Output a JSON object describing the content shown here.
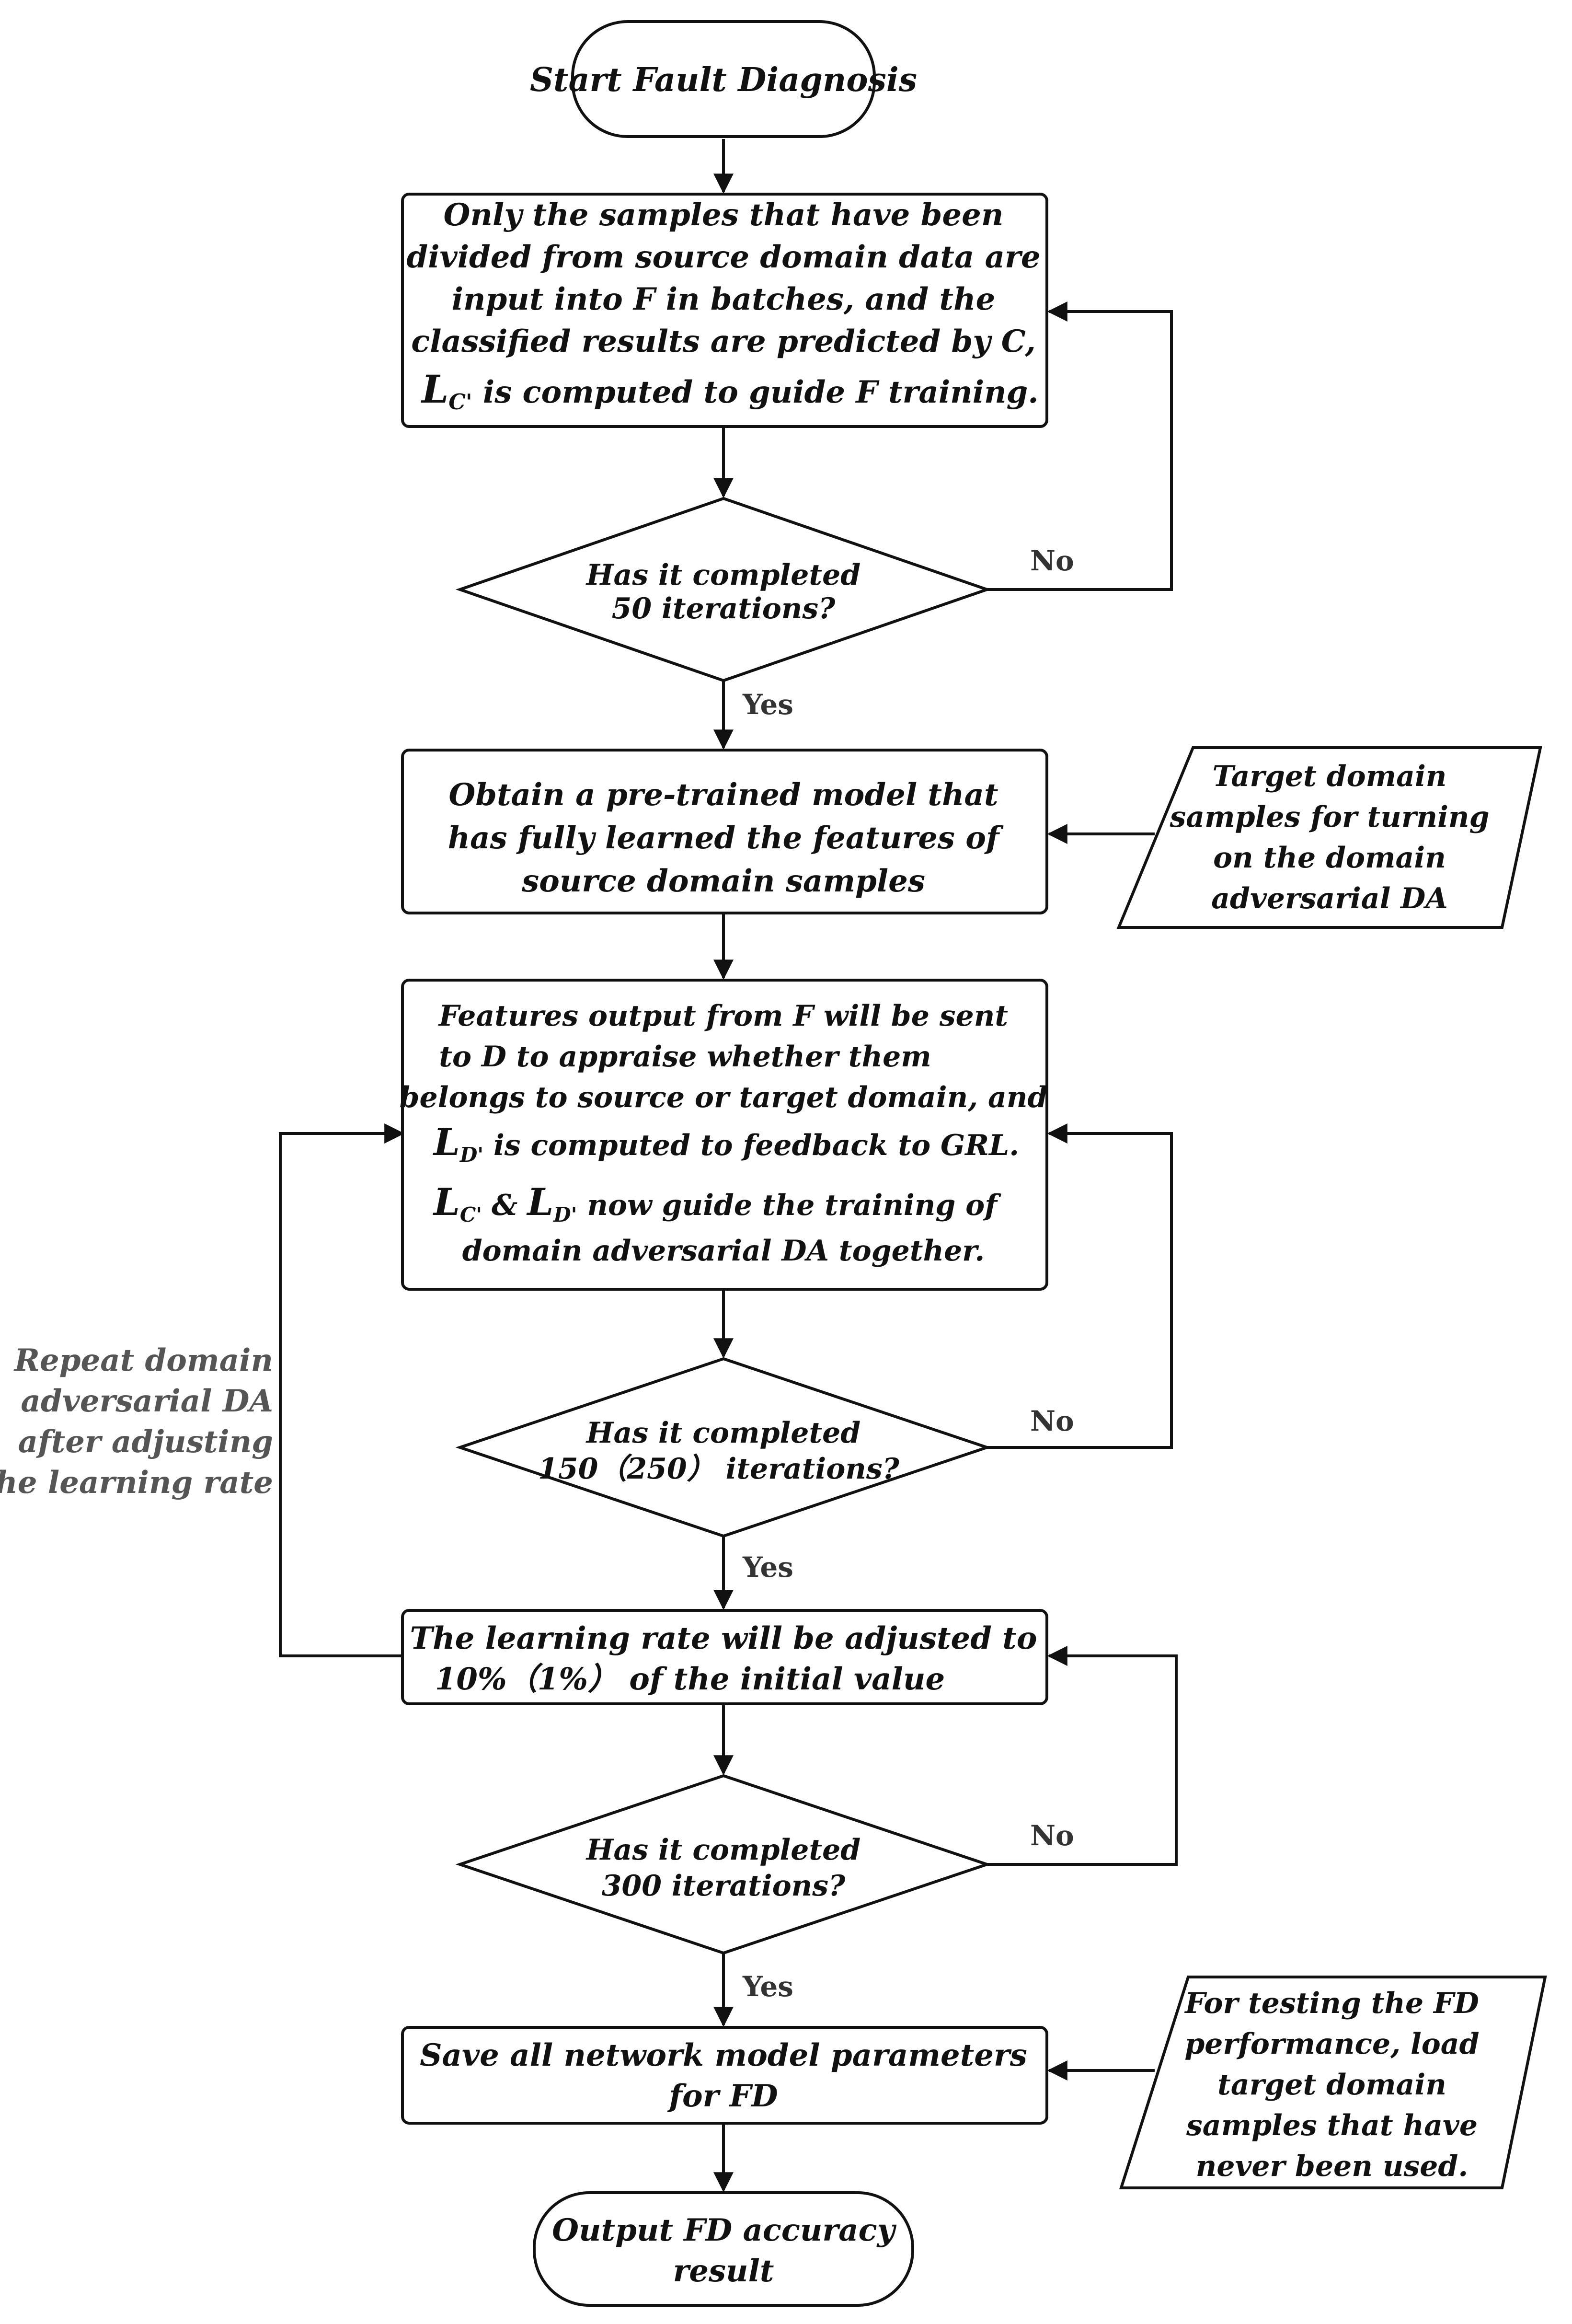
{
  "nodes": {
    "start": {
      "lines": [
        "Start Fault Diagnosis"
      ]
    },
    "pretrain": {
      "lines": [
        "Only the samples that have been",
        "divided from source domain data are",
        "input into F in batches, and the",
        "classified results are predicted by C,",
        " is computed to guide F training."
      ],
      "loss_symbol": {
        "base": "L",
        "sub": "C'"
      }
    },
    "check50": {
      "lines": [
        "Has it completed",
        "50 iterations?"
      ]
    },
    "pretrained_model": {
      "lines": [
        "Obtain a pre-trained model that",
        "has fully learned the features of",
        "source domain samples"
      ]
    },
    "target_input": {
      "lines": [
        "Target domain",
        "samples for turning",
        "on the domain",
        "adversarial DA"
      ]
    },
    "adversarial": {
      "lines": [
        "Features output from F will be sent",
        "to D to appraise whether them",
        "belongs to source or target domain, and",
        " is computed to feedback to GRL.",
        " now  guide the training of",
        "domain adversarial DA together."
      ],
      "loss_d": {
        "base": "L",
        "sub": "D'"
      },
      "loss_c": {
        "base": "L",
        "sub": "C'"
      },
      "ampersand": "&"
    },
    "check150": {
      "lines": [
        "Has it completed",
        "150（250） iterations?"
      ]
    },
    "adjust_lr": {
      "lines": [
        "The learning rate will be adjusted to",
        "10%（1%） of the initial value"
      ]
    },
    "check300": {
      "lines": [
        "Has it completed",
        "300 iterations?"
      ]
    },
    "save": {
      "lines": [
        "Save all network model parameters",
        "for FD"
      ]
    },
    "test_input": {
      "lines": [
        "For testing the FD",
        "performance, load",
        "target domain",
        "samples that have",
        "never been used."
      ]
    },
    "output": {
      "lines": [
        "Output FD accuracy",
        "result"
      ]
    }
  },
  "edge_labels": {
    "no_1": "No",
    "yes_1": "Yes",
    "no_2": "No",
    "yes_2": "Yes",
    "no_3": "No",
    "yes_3": "Yes"
  },
  "side_note": {
    "lines": [
      "Repeat domain",
      "adversarial DA",
      "after adjusting",
      "the learning rate"
    ]
  }
}
